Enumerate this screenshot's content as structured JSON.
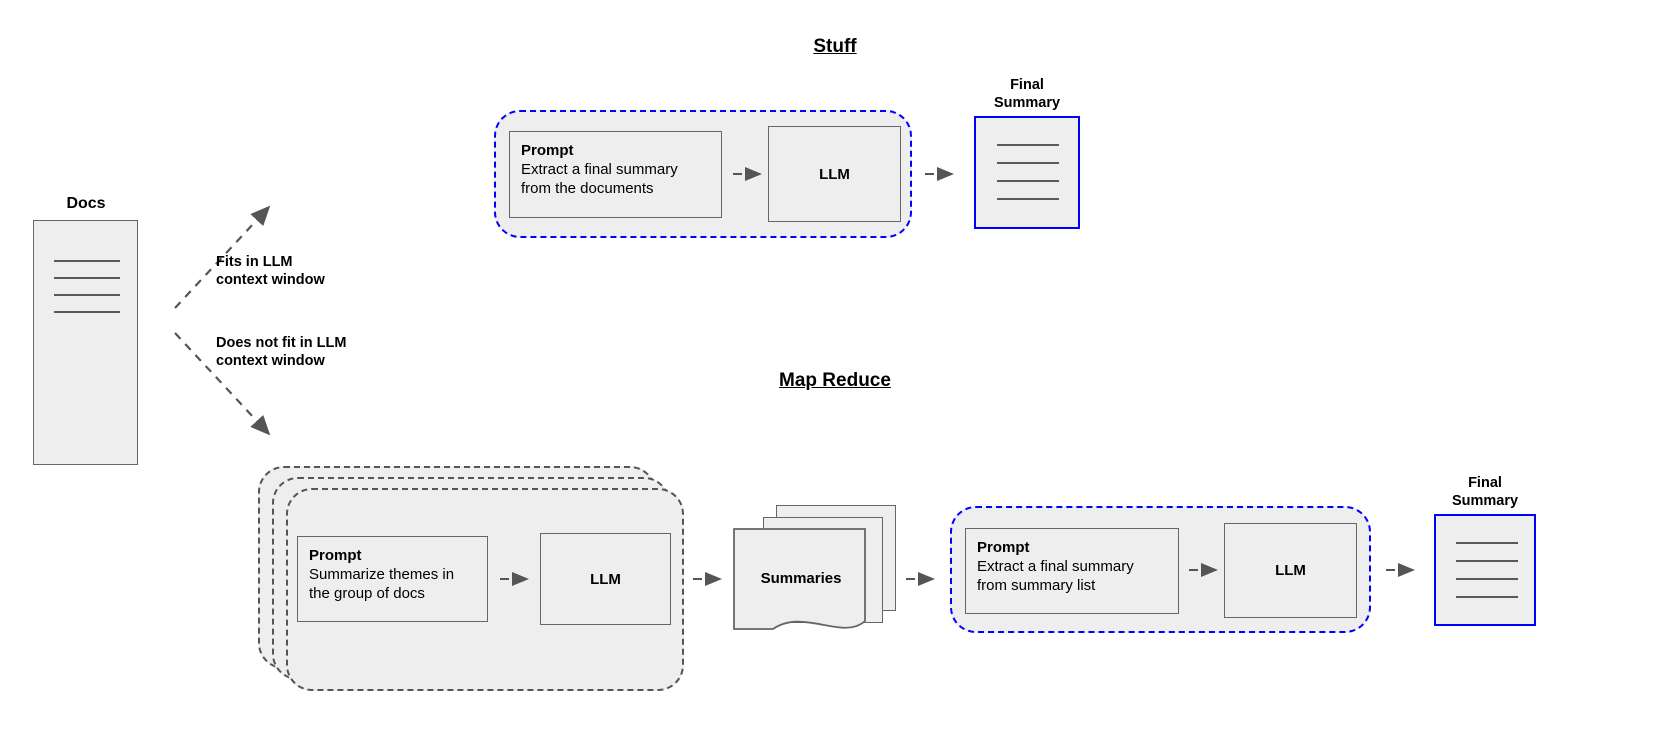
{
  "diagram": {
    "title_stuff": "Stuff",
    "title_map_reduce": "Map Reduce"
  },
  "docs": {
    "label": "Docs",
    "line_count": 4
  },
  "branches": [
    {
      "label_line1": "Fits in LLM",
      "label_line2": "context window"
    },
    {
      "label_line1": "Does not fit in LLM",
      "label_line2": "context window"
    }
  ],
  "stuff": {
    "prompt": {
      "title": "Prompt",
      "line1": "Extract a final summary",
      "line2": "from the documents"
    },
    "llm": {
      "label": "LLM"
    },
    "final_summary": {
      "label_line1": "Final",
      "label_line2": "Summary",
      "line_count": 4
    }
  },
  "map_reduce": {
    "map": {
      "prompt": {
        "title": "Prompt",
        "line1": "Summarize themes in",
        "line2": "the group of docs"
      },
      "llm": {
        "label": "LLM"
      },
      "stack_layers": 3
    },
    "summaries": {
      "label": "Summaries",
      "stack_layers": 3
    },
    "reduce": {
      "prompt": {
        "title": "Prompt",
        "line1": "Extract a final summary",
        "line2": "from summary list"
      },
      "llm": {
        "label": "LLM"
      }
    },
    "final_summary": {
      "label_line1": "Final",
      "label_line2": "Summary",
      "line_count": 4
    }
  },
  "colors": {
    "fill": "#eeeeee",
    "stroke": "#666666",
    "accent_blue": "#0000ff",
    "dash_grey": "#555555",
    "text": "#000000"
  }
}
